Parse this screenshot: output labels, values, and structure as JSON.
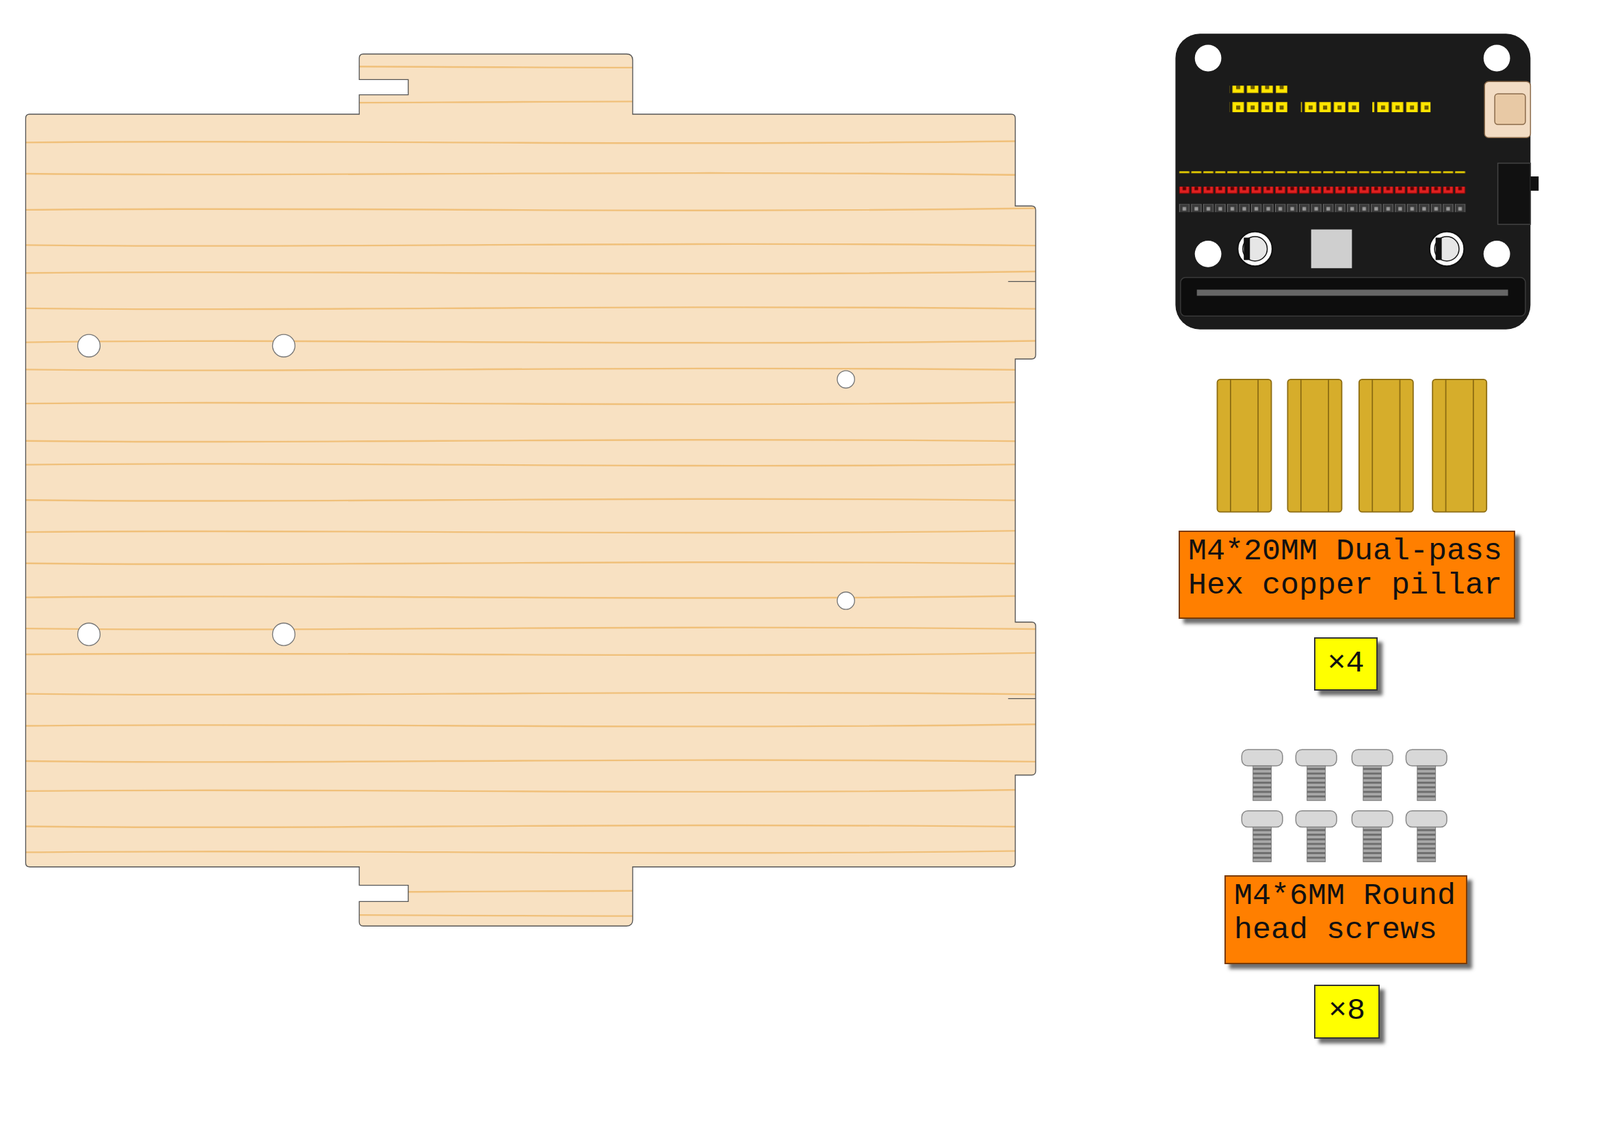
{
  "diagram": {
    "nodes": [
      {
        "text": [
          "M4*20MM Dual-pass Hex copper pillar"
        ]
      },
      {
        "text": [
          "×4"
        ]
      },
      {
        "text": [
          "M4*6MM Round head screws"
        ]
      },
      {
        "text": [
          "×8"
        ]
      }
    ]
  }
}
